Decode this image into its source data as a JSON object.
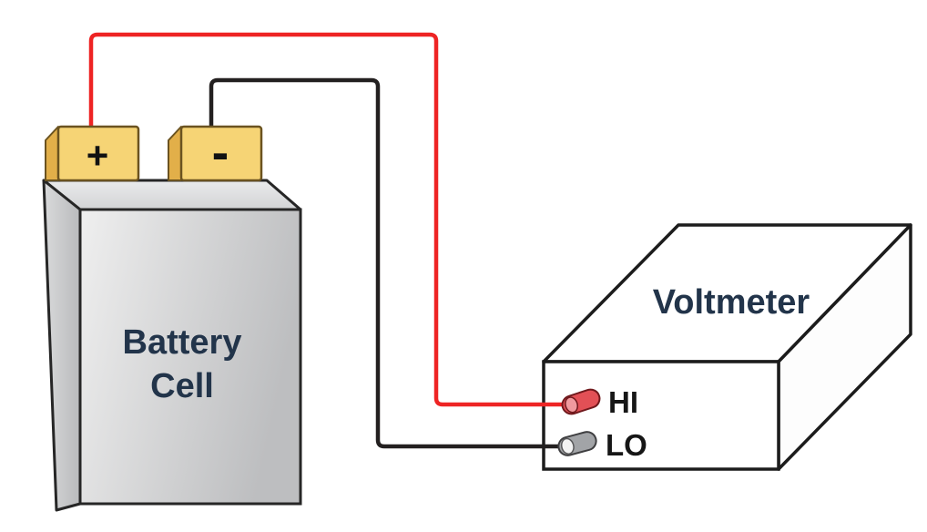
{
  "diagram": {
    "battery": {
      "label_line1": "Battery",
      "label_line2": "Cell",
      "positive_terminal": "+",
      "negative_terminal": "-"
    },
    "voltmeter": {
      "label": "Voltmeter",
      "hi_label": "HI",
      "lo_label": "LO"
    },
    "colors": {
      "positive_wire": "#ee2424",
      "negative_wire": "#232020",
      "terminal_fill": "#f6d475",
      "terminal_shade": "#e2af49",
      "hi_plug": "#e25056",
      "hi_plug_tip": "#f09a9e",
      "lo_plug": "#a2a4a7",
      "lo_plug_tip": "#f3f3f3",
      "label_text": "#22344a"
    }
  }
}
